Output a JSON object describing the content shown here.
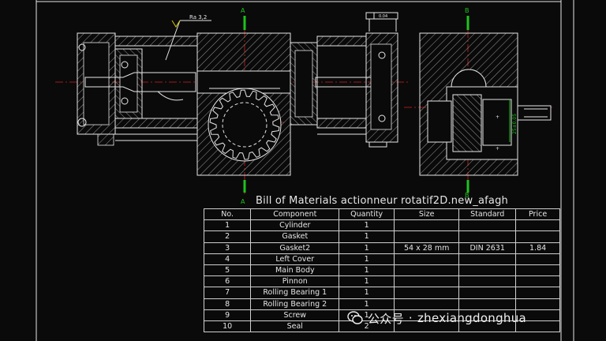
{
  "section_labels": {
    "a_top": "A",
    "a_bottom": "A",
    "b_top": "B",
    "b_bottom": "B"
  },
  "annotations": {
    "roughness": "Ra 3,2",
    "tolerance": "0.04",
    "side_dimension": "25±0.05"
  },
  "bom": {
    "title": "Bill of Materials actionneur rotatif2D.new_afagh",
    "headers": [
      "No.",
      "Component",
      "Quantity",
      "Size",
      "Standard",
      "Price"
    ],
    "rows": [
      [
        "1",
        "Cylinder",
        "1",
        "",
        "",
        ""
      ],
      [
        "2",
        "Gasket",
        "1",
        "",
        "",
        ""
      ],
      [
        "3",
        "Gasket2",
        "1",
        "54 x 28 mm",
        "DIN 2631",
        "1.84"
      ],
      [
        "4",
        "Left Cover",
        "1",
        "",
        "",
        ""
      ],
      [
        "5",
        "Main Body",
        "1",
        "",
        "",
        ""
      ],
      [
        "6",
        "Pinnon",
        "1",
        "",
        "",
        ""
      ],
      [
        "7",
        "Rolling Bearing 1",
        "1",
        "",
        "",
        ""
      ],
      [
        "8",
        "Rolling Bearing 2",
        "1",
        "",
        "",
        ""
      ],
      [
        "9",
        "Screw",
        "1",
        "",
        "",
        ""
      ],
      [
        "10",
        "Seal",
        "2",
        "",
        "",
        ""
      ]
    ]
  },
  "watermark": {
    "label": "公众号",
    "separator": "·",
    "handle": "zhexiangdonghua"
  },
  "colors": {
    "background": "#0a0a0a",
    "line": "#e6e6e6",
    "hatch": "#bdbdbd",
    "centerline": "#d11f1f",
    "section_marker": "#1ec21e",
    "dimension": "#d8c400"
  }
}
